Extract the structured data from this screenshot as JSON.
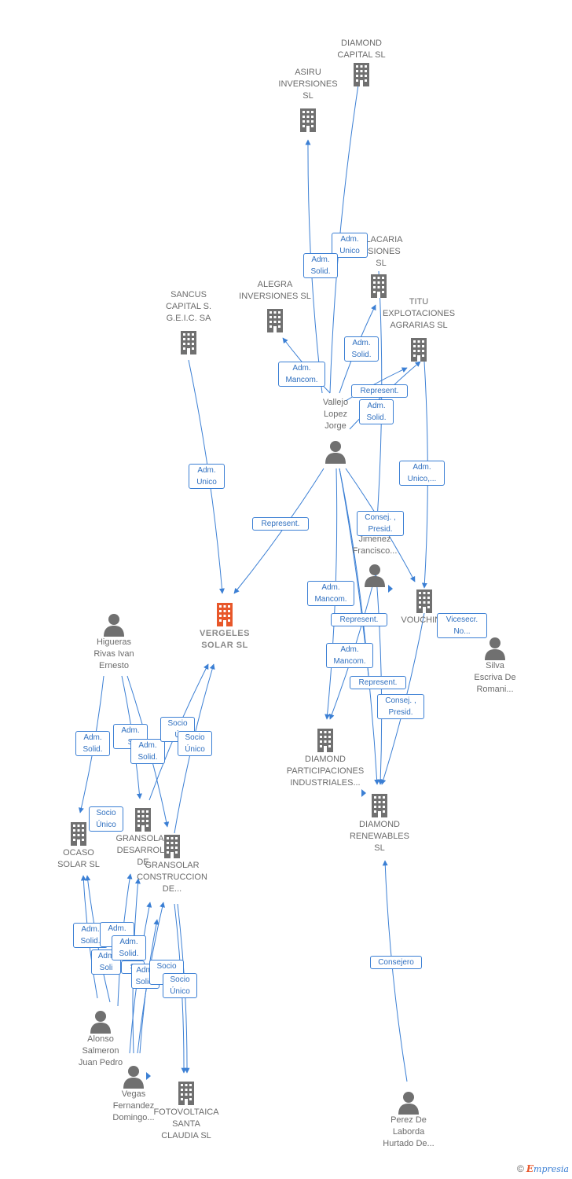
{
  "nodes": {
    "diamond_capital": "DIAMOND\nCAPITAL  SL",
    "asiru": "ASIRU\nINVERSIONES\nSL",
    "ulacaria": "ULACARIA\nRSIONES\nSL",
    "alegra": "ALEGRA\nINVERSIONES SL",
    "sancus": "SANCUS\nCAPITAL S.\nG.E.I.C. SA",
    "titu": "TITU\nEXPLOTACIONES\nAGRARIAS SL",
    "vallejo": "Vallejo\nLopez\nJorge",
    "jimenez": "E\nJimenez\nFrancisco...",
    "vouching": "VOUCHING",
    "silva": "Silva\nEscriva De\nRomani...",
    "vergeles": "VERGELES\nSOLAR  SL",
    "higueras": "Higueras\nRivas Ivan\nErnesto",
    "diamond_part": "DIAMOND\nPARTICIPACIONES\nINDUSTRIALES...",
    "diamond_renew": "DIAMOND\nRENEWABLES\nSL",
    "ocaso": "OCASO\nSOLAR SL",
    "gransolar_des": "GRANSOLAR\nDESARROLL\nDE",
    "gransolar_con": "GRANSOLAR\nCONSTRUCCION\nDE...",
    "alonso": "Alonso\nSalmeron\nJuan Pedro",
    "vegas": "Vegas\nFernandez\nDomingo...",
    "fotovoltaica": "FOTOVOLTAICA\nSANTA\nCLAUDIA  SL",
    "perez": "Perez De\nLaborda\nHurtado De..."
  },
  "badges": {
    "adm_unico_1": "Adm.\nUnico",
    "adm_solid_1": "Adm.\nSolid.",
    "adm_solid_2": "Adm.\nSolid.",
    "adm_mancom_1": "Adm.\nMancom.",
    "represent_1": "Represent.",
    "adm_solid_3": "Adm.\nSolid.",
    "adm_unico_2": "Adm.\nUnico",
    "adm_unico_3": "Adm.\nUnico,...",
    "represent_2": "Represent.",
    "consej_1": "Consej. ,\nPresid.",
    "adm_mancom_2": "Adm.\nMancom.",
    "represent_3": "Represent.",
    "vicesecr": "Vicesecr.\nNo...",
    "adm_mancom_3": "Adm.\nMancom.",
    "represent_4": "Represent.",
    "consej_2": "Consej. ,\nPresid.",
    "adm_solid_h1": "Adm.\nSolid.",
    "adm_solid_h2": "Adm.\nS",
    "adm_solid_h3": "Adm.\nSolid.",
    "socio_1": "Socio\nÚ",
    "socio_2": "Socio\nÚnico",
    "socio_3": "Socio\nÚnico",
    "adm_solid_a1": "Adm.\nSolid.",
    "adm_solid_a2": "Adm.\nS",
    "adm_solid_a3": "Adm.\nSolid.",
    "adm_solid_a4": "Adm.\nSolid.",
    "adm_solid_a5": "S",
    "adm_solid_a6": "Adm\nSoli",
    "socio_4": "Socio\nÚ",
    "socio_5": "Socio\nÚnico",
    "consejero": "Consejero"
  },
  "footer": {
    "copyright": "©",
    "brand_e": "E",
    "brand_rest": "mpresia"
  },
  "colors": {
    "edge": "#3b7fd4",
    "node": "#707070",
    "main": "#e8572a"
  }
}
